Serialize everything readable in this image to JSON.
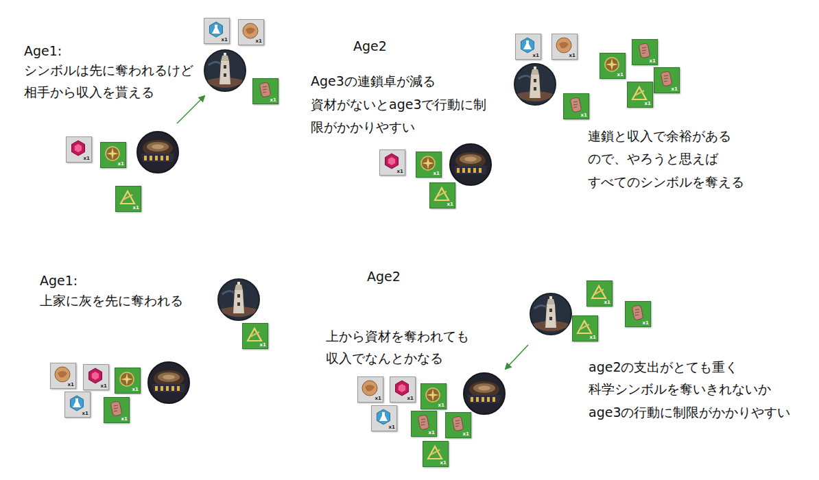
{
  "diagram": {
    "nodes": [
      {
        "text": [
          "x1"
        ]
      },
      {
        "text": [
          "x1"
        ]
      },
      {
        "text": [
          "x1"
        ]
      },
      {
        "text": [
          "x1"
        ]
      },
      {
        "text": [
          "x1"
        ]
      },
      {
        "text": [
          "x1"
        ]
      },
      {
        "text": [
          "x1"
        ]
      },
      {
        "text": [
          "x1"
        ]
      },
      {
        "text": [
          "x1"
        ]
      },
      {
        "text": [
          "x1"
        ]
      },
      {
        "text": [
          "x1"
        ]
      },
      {
        "text": [
          "x1"
        ]
      },
      {
        "text": [
          "x1"
        ]
      },
      {
        "text": [
          "x1"
        ]
      },
      {
        "text": [
          "x1"
        ]
      },
      {
        "text": [
          "x1"
        ]
      },
      {
        "text": [
          "x1"
        ]
      },
      {
        "text": [
          "x1"
        ]
      },
      {
        "text": [
          "x1"
        ]
      },
      {
        "text": [
          "x1"
        ]
      },
      {
        "text": [
          "x1"
        ]
      },
      {
        "text": [
          "x1"
        ]
      },
      {
        "text": [
          "x1"
        ]
      },
      {
        "text": [
          "x1"
        ]
      },
      {
        "text": [
          "x1"
        ]
      },
      {
        "text": [
          "x1"
        ]
      },
      {
        "text": [
          "x1"
        ]
      },
      {
        "text": [
          "x1"
        ]
      },
      {
        "text": [
          "x1"
        ]
      },
      {
        "text": [
          "x1"
        ]
      },
      {
        "text": [
          "x1"
        ]
      },
      {
        "text": [
          "x1"
        ]
      }
    ],
    "labels": [
      "Age1:",
      "シンボルは先に奪われるけど",
      "相手から収入を貰える",
      "Age2",
      "Age3の連鎖卓が減る",
      "資材がないとage3で行動に制",
      "限がかかりやすい",
      "連鎖と収入で余裕がある",
      "ので、やろうと思えば",
      "すべてのシンボルを奪える",
      "Age1:",
      "上家に灰を先に奪われる",
      "Age2",
      "上から資材を奪われても",
      "収入でなんとかなる",
      "age2の支出がとても重く",
      "科学シンボルを奪いきれないか",
      "age3の行動に制限がかかりやすい"
    ]
  }
}
